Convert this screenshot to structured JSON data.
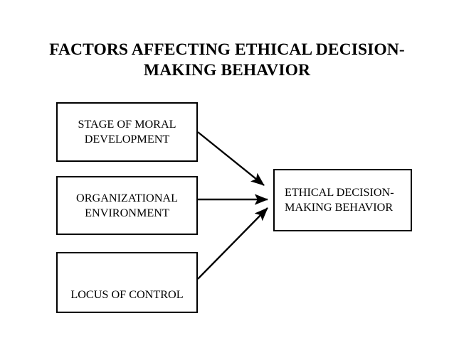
{
  "slide": {
    "title": "FACTORS AFFECTING ETHICAL DECISION-\nMAKING BEHAVIOR",
    "background_color": "#ffffff",
    "text_color": "#000000",
    "border_color": "#000000"
  },
  "diagram": {
    "type": "flow-diagram",
    "orientation": "left-to-right",
    "inputs": [
      {
        "id": "stage-of-moral-development",
        "label": "STAGE OF MORAL\nDEVELOPMENT",
        "text_align": "center"
      },
      {
        "id": "organizational-environment",
        "label": "ORGANIZATIONAL\nENVIRONMENT",
        "text_align": "center"
      },
      {
        "id": "locus-of-control",
        "label": "LOCUS OF CONTROL",
        "text_align": "center"
      }
    ],
    "output": {
      "id": "ethical-decision-making-behavior",
      "label": "ETHICAL DECISION-\nMAKING BEHAVIOR",
      "text_align": "left"
    },
    "connectors": [
      {
        "id": "arrow-stage-to-outcome",
        "from": "stage-of-moral-development",
        "to": "ethical-decision-making-behavior",
        "style": "diagonal-down",
        "arrowhead": "end"
      },
      {
        "id": "arrow-org-to-outcome",
        "from": "organizational-environment",
        "to": "ethical-decision-making-behavior",
        "style": "horizontal",
        "arrowhead": "end"
      },
      {
        "id": "arrow-locus-to-outcome",
        "from": "locus-of-control",
        "to": "ethical-decision-making-behavior",
        "style": "diagonal-up",
        "arrowhead": "end"
      }
    ]
  }
}
